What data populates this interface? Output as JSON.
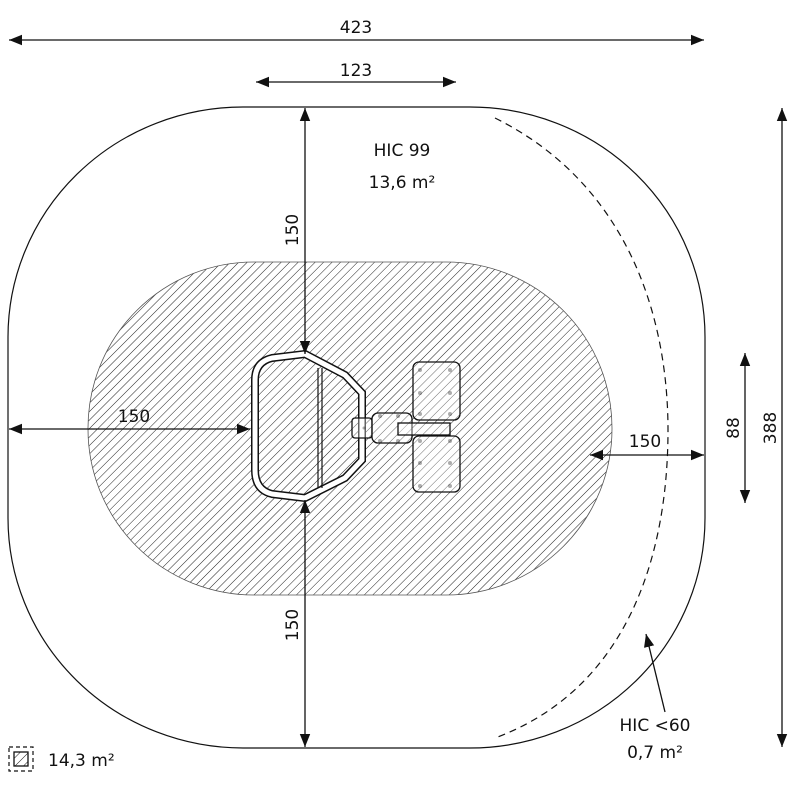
{
  "dimensions": {
    "total_width": "423",
    "equipment_width": "123",
    "top_clearance": "150",
    "bottom_clearance": "150",
    "left_clearance": "150",
    "right_clearance": "150",
    "equipment_depth": "88",
    "total_depth": "388"
  },
  "zones": {
    "main_hic": "HIC 99",
    "main_area": "13,6 m²",
    "side_hic": "HIC <60",
    "side_area": "0,7 m²"
  },
  "legend": {
    "icon": "hatched-square-icon",
    "area": "14,3 m²"
  },
  "colors": {
    "line": "#111111",
    "background": "#ffffff"
  }
}
